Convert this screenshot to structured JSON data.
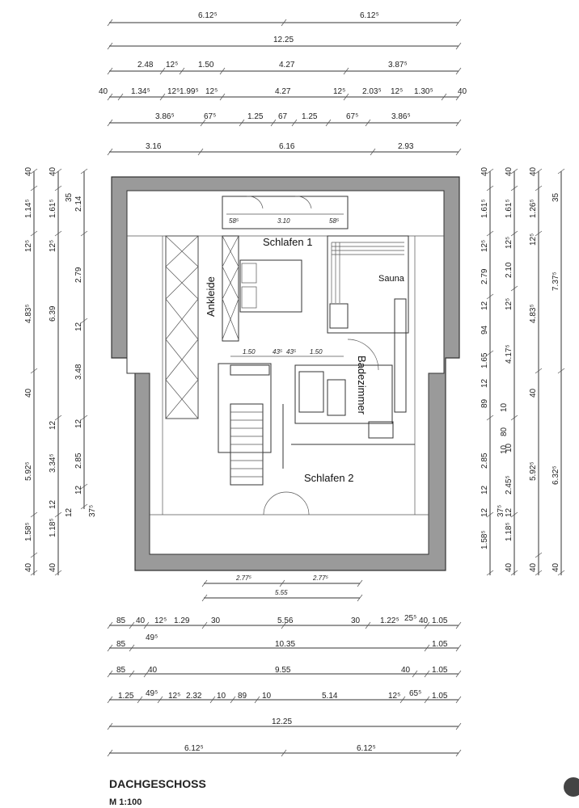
{
  "title": "DACHGESCHOSS",
  "scale": "M 1:100",
  "rooms": {
    "schlafen1": "Schlafen 1",
    "schlafen2": "Schlafen 2",
    "ankleide": "Ankleide",
    "sauna": "Sauna",
    "badezimmer": "Badezimmer"
  },
  "inner_dims": {
    "d1": "58⁵",
    "d2": "3.10",
    "d3": "58⁵",
    "d4": "1.50",
    "d5": "43⁵",
    "d6": "43⁵",
    "d7": "1.50"
  },
  "top_dims": {
    "r1": [
      "6.12⁵",
      "6.12⁵"
    ],
    "r2": [
      "12.25"
    ],
    "r3": [
      "2.48",
      "12⁵",
      "1.50",
      "4.27",
      "3.87⁵"
    ],
    "r4": [
      "40",
      "1.34⁵",
      "12⁵",
      "1.99⁵",
      "12⁵",
      "4.27",
      "12⁵",
      "2.03⁵",
      "12⁵",
      "1.30⁵",
      "40"
    ],
    "r5": [
      "3.86⁵",
      "67⁵",
      "1.25",
      "67",
      "1.25",
      "67⁵",
      "3.86⁵"
    ],
    "r6": [
      "3.16",
      "6.16",
      "2.93"
    ]
  },
  "bottom_dims": {
    "b0": [
      "2.77⁵",
      "2.77⁵"
    ],
    "b0b": [
      "5.55"
    ],
    "b1": [
      "85",
      "40",
      "12⁵",
      "1.29",
      "30",
      "5.56",
      "30",
      "1.22⁵",
      "25⁵",
      "40",
      "1.05"
    ],
    "b1x": [
      "49⁵"
    ],
    "b2": [
      "85",
      "10.35",
      "1.05"
    ],
    "b3": [
      "85",
      "40",
      "9.55",
      "40",
      "1.05"
    ],
    "b4": [
      "1.25",
      "49⁵",
      "12⁵",
      "2.32",
      "10",
      "89",
      "10",
      "5.14",
      "12⁵",
      "65⁵",
      "1.05"
    ],
    "b5": [
      "12.25"
    ],
    "b6": [
      "6.12⁵",
      "6.12⁵"
    ]
  },
  "left_dims": {
    "c1": [
      "40",
      "1.14⁵",
      "12⁵",
      "4.83⁵",
      "40",
      "5.92⁵",
      "1.58⁵",
      "40"
    ],
    "c2": [
      "40",
      "1.61⁵",
      "12⁵",
      "6.39",
      "12",
      "3.34⁵",
      "12",
      "1.18⁵",
      "40"
    ],
    "c3": [
      "35",
      "2.14",
      "2.79",
      "12",
      "3.48",
      "12",
      "2.85",
      "12",
      "12",
      "37⁵"
    ]
  },
  "right_dims": {
    "c1": [
      "40",
      "1.61⁵",
      "12⁵",
      "2.79",
      "12",
      "94",
      "1.65",
      "12",
      "89",
      "10",
      "80",
      "10",
      "2.85",
      "12",
      "12",
      "1.58⁵"
    ],
    "c2": [
      "40",
      "1.61⁵",
      "12⁵",
      "2.10",
      "12⁵",
      "4.17⁵",
      "10",
      "2.45⁵",
      "37⁵",
      "12",
      "1.18⁵",
      "40"
    ],
    "c3": [
      "40",
      "1.26⁵",
      "12⁵",
      "4.83⁵",
      "40",
      "5.92⁵",
      "40"
    ],
    "c4": [
      "35",
      "7.37⁵",
      "6.32⁵",
      "40"
    ]
  }
}
